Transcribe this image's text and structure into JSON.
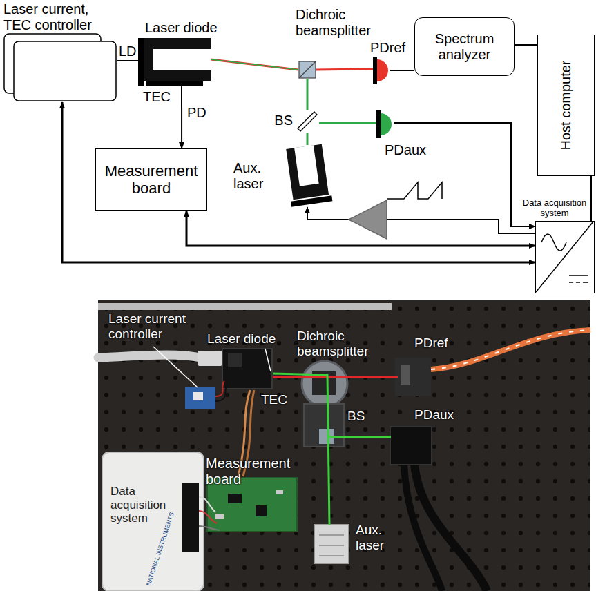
{
  "diagram": {
    "nodes": [
      {
        "text": [
          "Laser current, TEC controller"
        ]
      },
      {
        "text": [
          "Laser diode"
        ]
      },
      {
        "text": [
          "Dichroic beamsplitter"
        ]
      },
      {
        "text": [
          "PDref"
        ]
      },
      {
        "text": [
          "Spectrum analyzer"
        ]
      },
      {
        "text": [
          "Host computer"
        ]
      },
      {
        "text": [
          "BS"
        ]
      },
      {
        "text": [
          "PDaux"
        ]
      },
      {
        "text": [
          "Aux. laser"
        ]
      },
      {
        "text": [
          "Measurement board"
        ]
      },
      {
        "text": [
          "Data acquisition system"
        ]
      }
    ],
    "edges": [
      {
        "from": 0,
        "to": 1,
        "arrow": "none",
        "label": "LD"
      },
      {
        "from": 1,
        "to": 2,
        "arrow": "none"
      },
      {
        "from": 2,
        "to": 3,
        "arrow": "none"
      },
      {
        "from": 3,
        "to": 4,
        "arrow": "none"
      },
      {
        "from": 4,
        "to": 5,
        "arrow": "none"
      },
      {
        "from": 5,
        "to": 10,
        "arrow": "none"
      },
      {
        "from": 8,
        "to": 6,
        "arrow": "none"
      },
      {
        "from": 6,
        "to": 2,
        "arrow": "none"
      },
      {
        "from": 6,
        "to": 7,
        "arrow": "none"
      },
      {
        "from": 7,
        "to": 10,
        "arrow": "to"
      },
      {
        "from": 1,
        "to": 9,
        "arrow": "to",
        "label": "PD"
      },
      {
        "from": 9,
        "to": 10,
        "arrow": "both"
      },
      {
        "from": 0,
        "to": 10,
        "arrow": "both"
      },
      {
        "from": 10,
        "to": 8,
        "arrow": "to"
      }
    ],
    "labels": [
      "TEC",
      "Laser current controller",
      "Laser diode",
      "TEC",
      "Dichroic beamsplitter",
      "PDref",
      "BS",
      "PDaux",
      "Measurement board",
      "Data acquisition system",
      "NATIONAL INSTRUMENTS",
      "Aux. laser"
    ]
  }
}
